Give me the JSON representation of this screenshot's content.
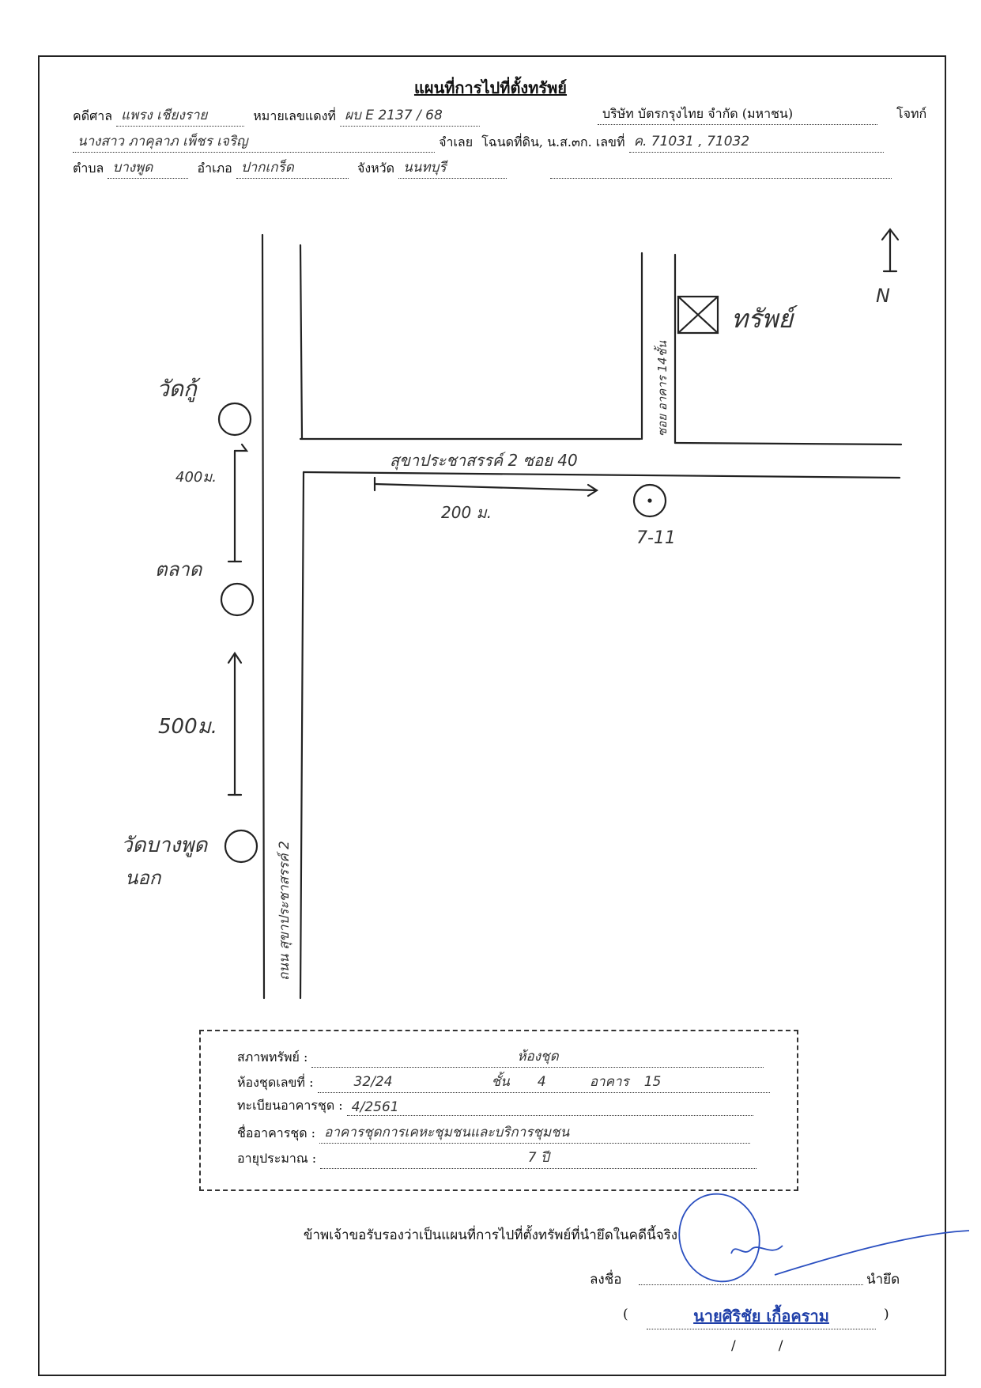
{
  "doc": {
    "title": "แผนที่การไปที่ตั้งทรัพย์",
    "court_label": "คดีศาล",
    "court_value": "แพรง เชียงราย",
    "case_label": "หมายเลขแดงที่",
    "case_value": "ผบ E 2137 / 68",
    "plaintiff_value": "บริษัท บัตรกรุงไทย จำกัด (มหาชน)",
    "plaintiff_label": "โจทก์",
    "defendant_value": "นางสาว ภาคุลาภ เพ็ชร เจริญ",
    "defendant_label": "จำเลย",
    "deed_label": "โฉนดที่ดิน, น.ส.๓ก. เลขที่",
    "deed_value": "ค. 71031 , 71032",
    "tambon_label": "ตำบล",
    "tambon_value": "บางพูด",
    "amphoe_label": "อำเภอ",
    "amphoe_value": "ปากเกร็ด",
    "province_label": "จังหวัด",
    "province_value": "นนทบุรี"
  },
  "map": {
    "north": "N",
    "property": "ทรัพย์",
    "branch_soi": "ซอย อาคาร 14ชั้น",
    "soi_40": "สุขาประชาสรรค์ 2 ซอย 40",
    "main_road": "ถนน สุขาประชาสรรค์ 2",
    "d_200": "200 ม.",
    "d_400": "400ม.",
    "d_500": "500ม.",
    "seven_eleven": "7-11",
    "wat_ku": "วัดกู้",
    "market": "ตลาด",
    "wat_bangphut_1": "วัดบางพูด",
    "wat_bangphut_2": "นอก"
  },
  "info": {
    "condition_label": "สภาพทรัพย์ :",
    "condition_value": "ห้องชุด",
    "unit_label": "ห้องชุดเลขที่ :",
    "unit_value": "32/24",
    "floor_label": "ชั้น",
    "floor_value": "4",
    "building_label": "อาคาร",
    "building_value": "15",
    "reg_label": "ทะเบียนอาคารชุด :",
    "reg_value": "4/2561",
    "name_label": "ชื่ออาคารชุด :",
    "name_value": "อาคารชุดการเคหะชุมชนและบริการชุมชน",
    "age_label": "อายุประมาณ :",
    "age_value": "7 ปี"
  },
  "footer": {
    "certify": "ข้าพเจ้าขอรับรองว่าเป็นแผนที่การไปที่ตั้งทรัพย์ที่นำยึดในคดีนี้จริง",
    "sign_label": "ลงชื่อ",
    "seizer_label": "นำยึด",
    "open_paren": "(",
    "name": "นายศิริชัย เกื้อคราม",
    "close_paren": ")",
    "date_slashes": "/          /"
  }
}
